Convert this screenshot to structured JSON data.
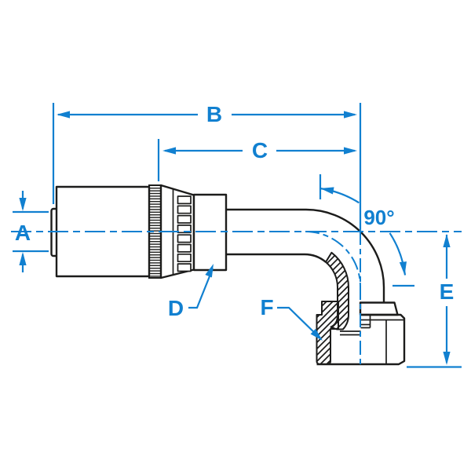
{
  "figure": {
    "labels": {
      "a": "A",
      "b": "B",
      "c": "C",
      "d": "D",
      "e": "E",
      "f": "F"
    },
    "angle_label": "90°",
    "colors": {
      "dimension_blue": "#1180d0",
      "drawing_black": "#1c1c1b",
      "background": "#ffffff"
    }
  }
}
